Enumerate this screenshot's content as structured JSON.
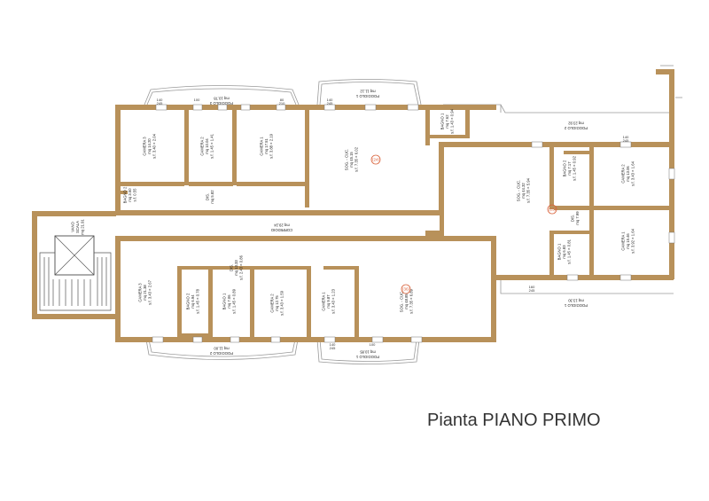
{
  "title": "Pianta PIANO PRIMO",
  "rooms": [
    {
      "id": "camera3-top",
      "lines": [
        "CAMERA 3",
        "mq 14.20",
        "s.f. 3.40 × 2.04"
      ]
    },
    {
      "id": "camera2-top",
      "lines": [
        "CAMERA 2",
        "mq 10.04",
        "s.f. 1.45 × 1.41"
      ]
    },
    {
      "id": "camera1-top",
      "lines": [
        "CAMERA 1",
        "mq 17.51",
        "s.f. 3.88 × 2.19"
      ]
    },
    {
      "id": "bagno2-top",
      "lines": [
        "BAGNO 2",
        "mq 3.50",
        "s.f. 0.55"
      ]
    },
    {
      "id": "dis-top",
      "lines": [
        "DIS.",
        "mq 5.82"
      ]
    },
    {
      "id": "sogg-top",
      "lines": [
        "SOG. - CUC.",
        "mq 45.15",
        "s.f. 7.35 × 6.02"
      ]
    },
    {
      "id": "bagno1-top",
      "lines": [
        "BAGNO 1",
        "mq 7.62",
        "s.f. 1.43 × 0.94"
      ]
    },
    {
      "id": "sogg-right",
      "lines": [
        "SOG. - CUC.",
        "mq 44.32",
        "s.f. 7.35 × 5.94"
      ]
    },
    {
      "id": "bagno2-right",
      "lines": [
        "BAGNO 2",
        "mq 7.17",
        "s.f. 1.45 × 0.92"
      ]
    },
    {
      "id": "camera2-right",
      "lines": [
        "CAMERA 2",
        "mq 13.06",
        "s.f. 3.43 × 1.64"
      ]
    },
    {
      "id": "dis-right",
      "lines": [
        "DIS.",
        "mq 7.99"
      ]
    },
    {
      "id": "bagno1-right",
      "lines": [
        "BAGNO 1",
        "mq 6.83",
        "s.f. 1.45 × 0.81"
      ]
    },
    {
      "id": "camera1-right",
      "lines": [
        "CAMERA 1",
        "mq 15.46",
        "s.f. 3.92 × 1.64"
      ]
    },
    {
      "id": "camera3-bot",
      "lines": [
        "CAMERA 3",
        "mq 21.38",
        "s.f. 3.43 × 2.67"
      ]
    },
    {
      "id": "bagno2-bot",
      "lines": [
        "BAGNO 2",
        "mq 6.94",
        "s.f. 1.45 × 0.78"
      ]
    },
    {
      "id": "bagno1-bot",
      "lines": [
        "BAGNO 1",
        "mq 7.06",
        "s.f. 1.45 × 0.89"
      ]
    },
    {
      "id": "dis-bot",
      "lines": [
        "DIS.",
        "mq 13.33",
        "s.f. 2.43 × 0.86"
      ]
    },
    {
      "id": "camera2-bot",
      "lines": [
        "CAMERA 2",
        "mq 12.75",
        "s.f. 3.43 × 1.59"
      ]
    },
    {
      "id": "camera1-bot",
      "lines": [
        "CAMERA 1",
        "mq 9.87",
        "s.f. 3.43 × 1.23"
      ]
    },
    {
      "id": "sogg-bot",
      "lines": [
        "SOG. - CUC.",
        "mq 48.85",
        "s.f. 7.35 × 6.89"
      ]
    },
    {
      "id": "corridoio",
      "lines": [
        "CORRIDOIO",
        "mq 29.24"
      ]
    },
    {
      "id": "vano-scala",
      "lines": [
        "VANO",
        "SCALA",
        "mq 21.91"
      ]
    }
  ],
  "balconies": [
    {
      "id": "poggiolo3-top",
      "lines": [
        "POGGIOLO 3",
        "mq 10.78"
      ]
    },
    {
      "id": "poggiolo1-top",
      "lines": [
        "POGGIOLO 1",
        "mq 11.12"
      ]
    },
    {
      "id": "poggiolo2-right",
      "lines": [
        "POGGIOLO 2",
        "mq 23.92"
      ]
    },
    {
      "id": "poggiolo1-right",
      "lines": [
        "POGGIOLO 1",
        "mq 13.30"
      ]
    },
    {
      "id": "poggiolo2-bot",
      "lines": [
        "POGGIOLO 2",
        "mq 11.00"
      ]
    },
    {
      "id": "poggiolo1-bot",
      "lines": [
        "POGGIOLO 1",
        "mq 10.85"
      ]
    }
  ],
  "units": [
    "(24)",
    "(23)",
    "(36)"
  ],
  "dim_labels": [
    "140",
    "245",
    "100",
    "80",
    "210",
    "90",
    "160"
  ]
}
